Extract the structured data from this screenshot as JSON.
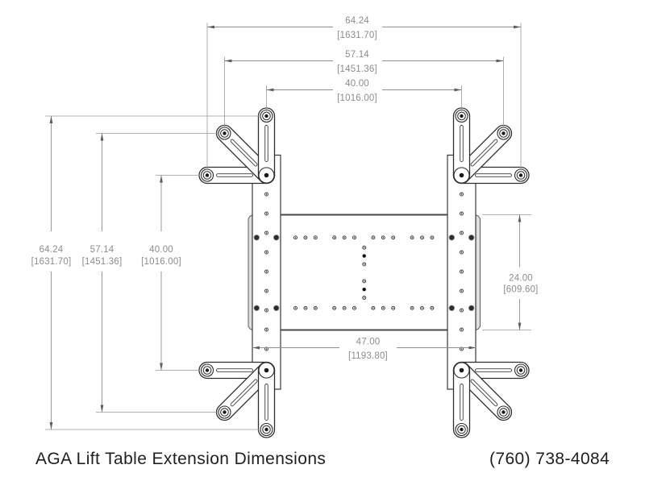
{
  "drawing": {
    "title": "AGA Lift Table Extension Dimensions",
    "phone": "(760) 738-4084"
  },
  "dimensions": {
    "overall": {
      "inches": "64.24",
      "mm": "[1631.70]"
    },
    "diagonal": {
      "inches": "57.14",
      "mm": "[1451.36]"
    },
    "frame": {
      "inches": "40.00",
      "mm": "[1016.00]"
    },
    "platform_depth": {
      "inches": "24.00",
      "mm": "[609.60]"
    },
    "rail_span": {
      "inches": "47.00",
      "mm": "[1193.80]"
    }
  }
}
